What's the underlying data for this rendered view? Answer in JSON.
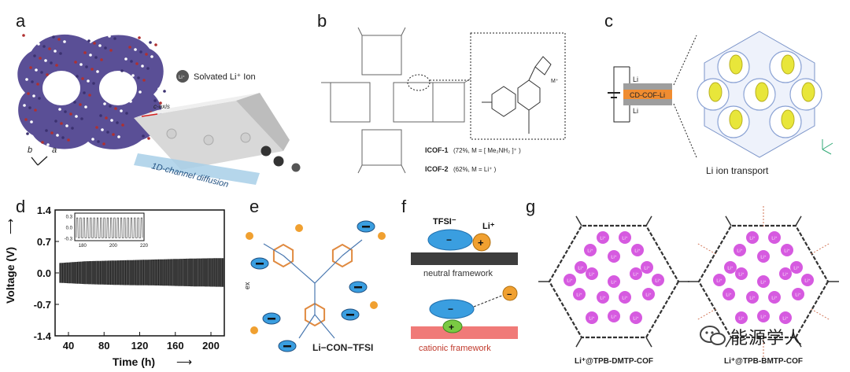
{
  "panels": {
    "a": {
      "label": "a",
      "legend": "Solvated Li⁺ Ion",
      "axis_c": "c-axis",
      "axis_b": "b",
      "axis_a": "a",
      "ion": "Li⁺",
      "channel": "1D-channel diffusion"
    },
    "b": {
      "label": "b",
      "metal": "M⁺",
      "icof1": "ICOF-1",
      "icof1_desc": "(72%, M = [ Me₂NH₂ ]⁺ )",
      "icof2": "ICOF-2",
      "icof2_desc": "(62%, M = Li⁺ )"
    },
    "c": {
      "label": "c",
      "li_top": "Li",
      "cof": "CD-COF-Li",
      "li_bottom": "Li",
      "caption": "Li ion transport"
    },
    "d": {
      "label": "d"
    },
    "e": {
      "label": "e",
      "name": "Li−CON−TFSI"
    },
    "f": {
      "label": "f",
      "anion": "TFSI⁻",
      "cation": "Li⁺",
      "neutral": "neutral framework",
      "cationic": "cationic framework"
    },
    "g": {
      "label": "g",
      "left_caption": "Li⁺@TPB-DMTP-COF",
      "right_caption": "Li⁺@TPB-BMTP-COF",
      "ion": "Li⁺"
    }
  },
  "watermark": "能源学人",
  "colors": {
    "cof_purple": "#5a4f96",
    "cof_red": "#b03030",
    "li_magenta": "#d65ae0",
    "anion_blue": "#3a9ee0",
    "cation_orange": "#f0a030",
    "cationic_red": "#f07a78",
    "chan_yellow": "#e8e63a"
  },
  "chart_data": {
    "type": "line",
    "title": "",
    "xlabel": "Time (h)",
    "ylabel": "Voltage (V)",
    "xlim": [
      25,
      215
    ],
    "ylim": [
      -1.4,
      1.4
    ],
    "x_ticks": [
      "40",
      "80",
      "120",
      "160",
      "200"
    ],
    "y_ticks": [
      "1.4",
      "0.7",
      "0.0",
      "-0.7",
      "-1.4"
    ],
    "series": [
      {
        "x": [
          30,
          60,
          100,
          140,
          180,
          215
        ],
        "y_upper": [
          0.22,
          0.26,
          0.28,
          0.3,
          0.32,
          0.33
        ],
        "y_lower": [
          -0.22,
          -0.25,
          -0.27,
          -0.28,
          -0.3,
          -0.31
        ]
      }
    ],
    "inset": {
      "xlim": [
        175,
        220
      ],
      "ylim": [
        -0.35,
        0.4
      ],
      "x_ticks": [
        "180",
        "200",
        "220"
      ],
      "y_ticks": [
        "0.3",
        "0.0",
        "-0.3"
      ],
      "amplitude": 0.27,
      "period": 2.2
    }
  }
}
